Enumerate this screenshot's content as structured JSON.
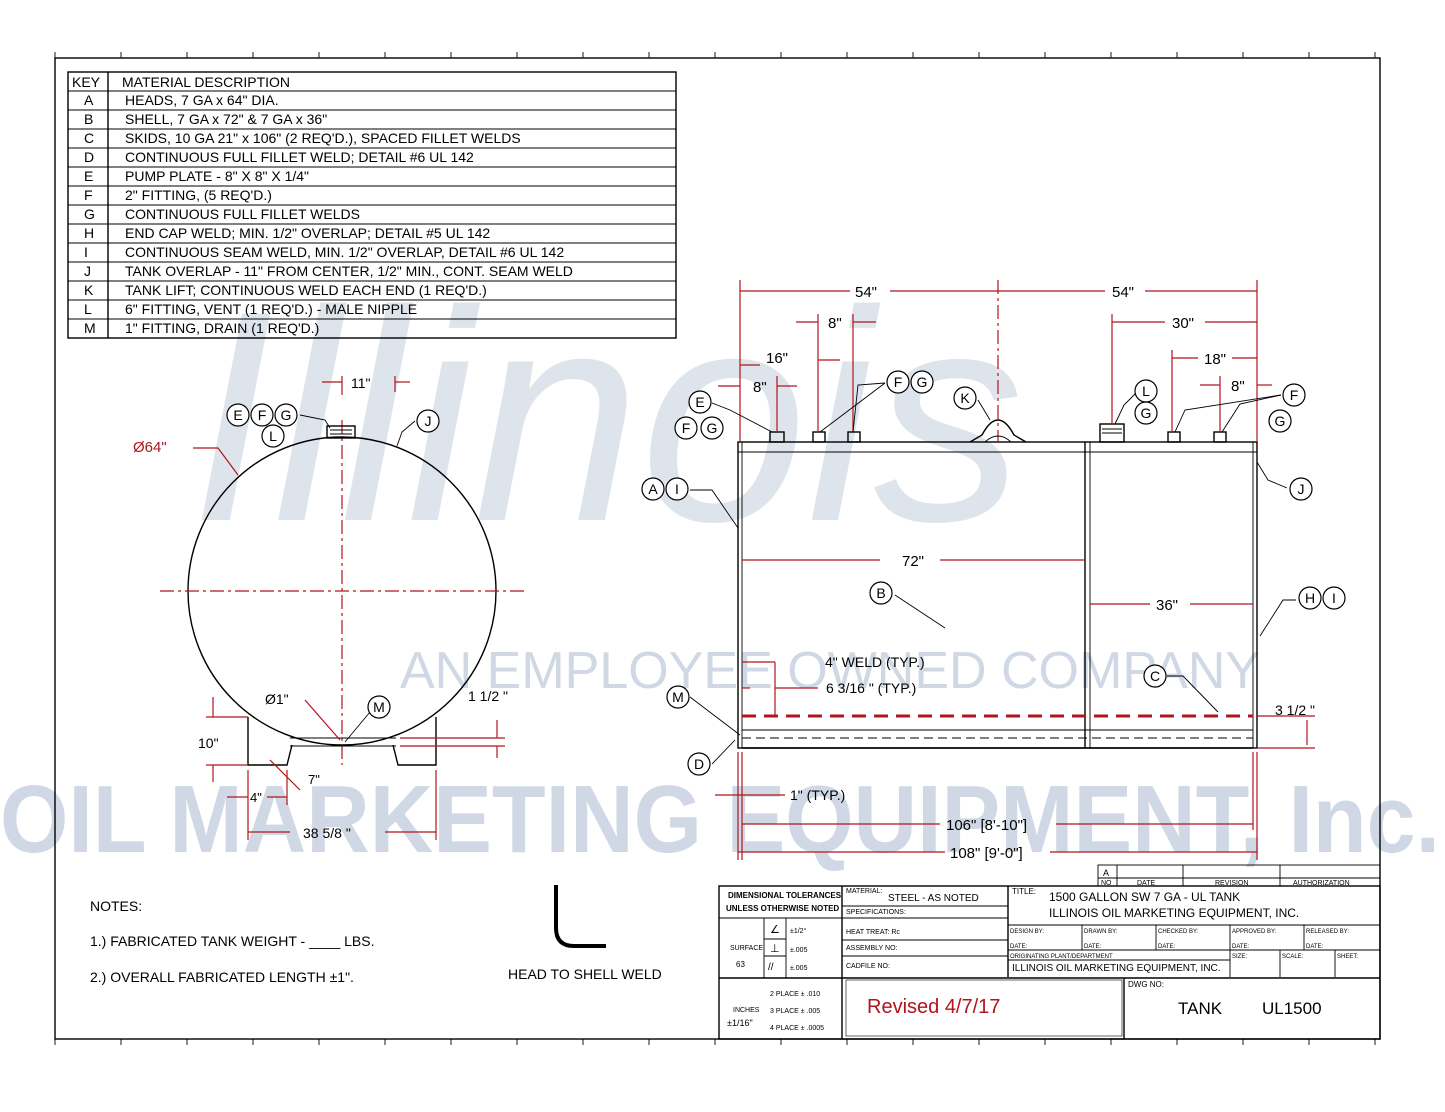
{
  "watermark": {
    "line1": "AN EMPLOYEE OWNED COMPANY",
    "line2": "OIL MARKETING EQUIPMENT, Inc.",
    "script": "Illinois",
    "color": "#cdd6e3"
  },
  "key_table": {
    "header_key": "KEY",
    "header_desc": "MATERIAL DESCRIPTION",
    "rows": [
      {
        "key": "A",
        "desc": "HEADS, 7 GA x 64\" DIA."
      },
      {
        "key": "B",
        "desc": "SHELL, 7 GA x 72\" & 7 GA x 36\""
      },
      {
        "key": "C",
        "desc": "SKIDS, 10 GA 21\" x 106\" (2 REQ'D.), SPACED FILLET WELDS"
      },
      {
        "key": "D",
        "desc": "CONTINUOUS FULL FILLET WELD; DETAIL #6 UL 142"
      },
      {
        "key": "E",
        "desc": "PUMP PLATE - 8\" X 8\" X 1/4\""
      },
      {
        "key": "F",
        "desc": "2\" FITTING, (5 REQ'D.)"
      },
      {
        "key": "G",
        "desc": "CONTINUOUS FULL FILLET WELDS"
      },
      {
        "key": "H",
        "desc": "END CAP WELD; MIN. 1/2\" OVERLAP; DETAIL #5 UL 142"
      },
      {
        "key": "I",
        "desc": "CONTINUOUS SEAM WELD, MIN. 1/2\" OVERLAP, DETAIL #6 UL 142"
      },
      {
        "key": "J",
        "desc": "TANK OVERLAP - 11\" FROM CENTER, 1/2\" MIN., CONT. SEAM WELD"
      },
      {
        "key": "K",
        "desc": "TANK LIFT; CONTINUOUS WELD EACH END (1 REQ'D.)"
      },
      {
        "key": "L",
        "desc": "6\" FITTING, VENT (1 REQ'D.) - MALE NIPPLE"
      },
      {
        "key": "M",
        "desc": "1\" FITTING, DRAIN (1 REQ'D.)"
      }
    ]
  },
  "end_view": {
    "dims": {
      "top_offset": "11\"",
      "diameter": "Ø64\"",
      "drain": "Ø1\"",
      "skid_thick": "1 1/2 \"",
      "skid_height": "10\"",
      "skid_foot": "4\"",
      "skid_slope": "7\"",
      "skid_span": "38 5/8 \""
    },
    "bubbles": [
      "E",
      "F",
      "G",
      "L",
      "J",
      "M"
    ]
  },
  "side_view": {
    "dims": {
      "half_left": "54\"",
      "half_right": "54\"",
      "d8_left": "8\"",
      "d16": "16\"",
      "d8_pump": "8\"",
      "d30": "30\"",
      "d18": "18\"",
      "d8_right": "8\"",
      "shell_72": "72\"",
      "shell_36": "36\"",
      "weld": "4\" WELD (TYP.)",
      "weld_space": "6 3/16 \" (TYP.)",
      "skid_h": "3 1/2 \"",
      "overhang": "1\" (TYP.)",
      "skid_len": "106\" [8'-10\"]",
      "overall": "108\" [9'-0\"]"
    },
    "bubbles": [
      "E",
      "F",
      "G",
      "F",
      "G",
      "K",
      "L",
      "G",
      "F",
      "G",
      "J",
      "A",
      "I",
      "B",
      "H",
      "I",
      "C",
      "M",
      "D"
    ]
  },
  "notes": {
    "title": "NOTES:",
    "items": [
      "1.) FABRICATED TANK WEIGHT - ____ LBS.",
      "2.) OVERALL FABRICATED LENGTH ±1\"."
    ]
  },
  "weld_detail_label": "HEAD TO SHELL WELD",
  "title_block": {
    "tolerances_title": "DIMENSIONAL TOLERANCES",
    "tolerances_sub": "UNLESS OTHERWISE NOTED",
    "surface": "SURFACE",
    "surface_val": "63",
    "tol_rows": [
      "±1/2°",
      "±.005",
      "±.005"
    ],
    "inches": "INCHES",
    "inches_tol": "±1/16\"",
    "place_rows": [
      "2 PLACE ± .010",
      "3 PLACE ± .005",
      "4 PLACE ± .0005"
    ],
    "material_label": "MATERIAL:",
    "material_val": "STEEL - AS NOTED",
    "specifications": "SPECIFICATIONS:",
    "heat_treat": "HEAT TREAT: Rc",
    "assembly": "ASSEMBLY NO:",
    "cadfile": "CADFILE NO:",
    "title_label": "TITLE:",
    "title_line1": "1500 GALLON SW 7 GA - UL TANK",
    "title_line2": "ILLINOIS OIL MARKETING EQUIPMENT, INC.",
    "design_by": "DESIGN BY:",
    "drawn_by": "DRAWN BY:",
    "checked_by": "CHECKED BY:",
    "approved_by": "APPROVED BY:",
    "released_by": "RELEASED BY:",
    "date": "DATE:",
    "plant_label": "ORIGINATING PLANT/DEPARTMENT",
    "plant_val": "ILLINOIS OIL MARKETING EQUIPMENT, INC.",
    "size": "SIZE:",
    "scale": "SCALE:",
    "sheet": "SHEET:",
    "dwg_no_label": "DWG NO:",
    "dwg_no_1": "TANK",
    "dwg_no_2": "UL1500",
    "revised": "Revised 4/7/17",
    "rev_a": "A",
    "rev_no": "NO",
    "rev_date": "DATE",
    "rev_revision": "REVISION",
    "rev_auth": "AUTHORIZATION",
    "revised_color": "#d0141c"
  }
}
